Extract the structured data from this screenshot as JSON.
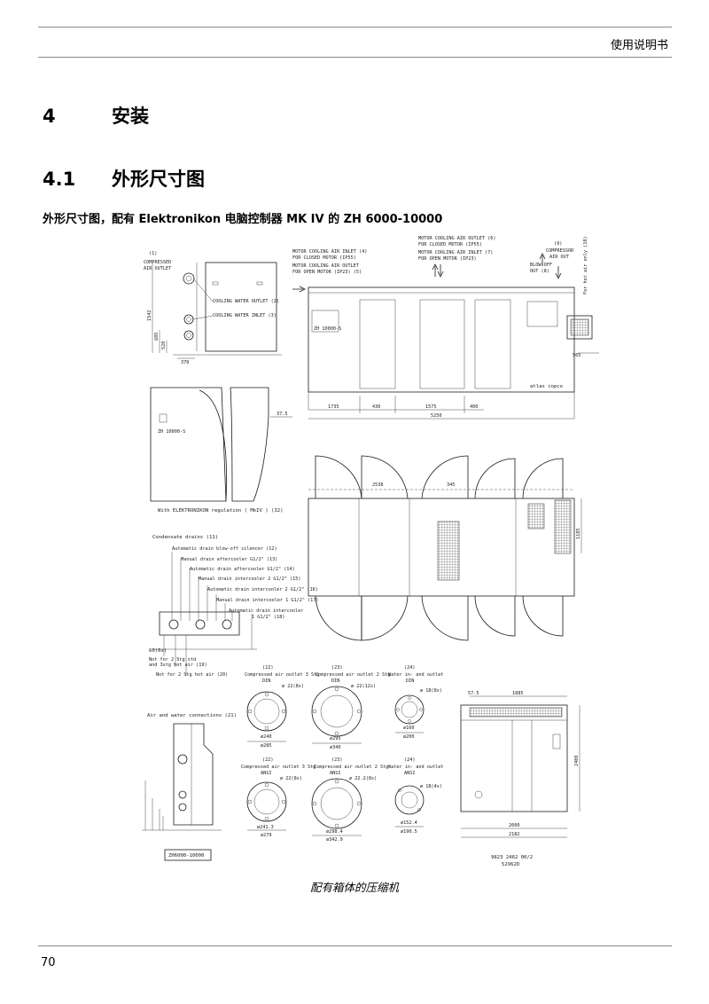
{
  "header": {
    "title": "使用说明书"
  },
  "section": {
    "number": "4",
    "title": "安装"
  },
  "subsection": {
    "number": "4.1",
    "title": "外形尺寸图"
  },
  "figure_heading": "外形尺寸图，配有 Elektronikon 电脑控制器 MK IV 的 ZH 6000-10000",
  "figure_caption": "配有箱体的压缩机",
  "page_number": "70",
  "drawing": {
    "labels": {
      "l1_num": "(1)",
      "l1_a": "COMPRESSED",
      "l1_b": "AIR OUTLET",
      "l2": "COOLING WATER OUTLET (2)",
      "l3": "COOLING WATER INLET (3)",
      "l4a": "MOTOR COOLING AIR INLET (4)",
      "l4b": "FOR CLOSED MOTOR (IP55)",
      "l5a": "MOTOR COOLING AIR OUTLET",
      "l5b": "FOR OPEN MOTOR (IP23) (5)",
      "l6a": "MOTOR COOLING AIR OUTLET (6)",
      "l6b": "FOR CLOSED MOTOR (IP55)",
      "l7a": "MOTOR COOLING AIR INLET (7)",
      "l7b": "FOR OPEN MOTOR (IP23)",
      "l9_num": "(9)",
      "l9a": "COMPRESSOR",
      "l9b": "AIR OUT",
      "l8a": "BLOW-OFF",
      "l8b": "OUT (8)",
      "l10": "For hot air only (10)",
      "l32": "With ELEKTRONIKON regulation ( MkIV ) (32)",
      "l11": "Condensate drains (11)",
      "l12": "Automatic drain blow-off silencer (12)",
      "l13": "Manual drain aftercooler G1/2\" (13)",
      "l14": "Automatic drain aftercooler G1/2\" (14)",
      "l15": "Manual drain intercooler 2 G1/2\" (15)",
      "l16": "Automatic drain intercooler 2 G1/2\" (16)",
      "l17": "Manual drain intercooler 1 G1/2\" (17)",
      "l18a": "Automatic drain intercooler",
      "l18b": "1 G1/2\" (18)",
      "l19a": "Not for 2 Stg std",
      "l19b": "and 3stg hot air (19)",
      "l20": "Not for 2 Stg hot air (20)",
      "l21": "Air and water connections (21)",
      "l22_num": "(22)",
      "l22_din": "Compressed air outlet 3 Stg",
      "l22_din2": "DIN",
      "l23_num": "(23)",
      "l23_din": "Compressed air outlet 2 Stg",
      "l23_din2": "DIN",
      "l24_num": "(24)",
      "l24_din": "Water in- and outlet",
      "l24_din2": "DIN",
      "l22_ansi": "Compressed air outlet 3 Stg",
      "l22_ansi2": "ANSI",
      "l23_ansi": "Compressed air outlet 2 Stg",
      "l23_ansi2": "ANSI",
      "l24_ansi": "Water in- and outlet",
      "l24_ansi2": "ANSI",
      "gsix": "60(6x)",
      "panel": "ZH 10000-S",
      "model_box": "ZH6000-10000",
      "brand": "atlas copco"
    },
    "dimensions": {
      "d_1542": "1542",
      "d_685": "685",
      "d_520": "520",
      "d_370": "370",
      "d_1735": "1735",
      "d_430": "430",
      "d_1575": "1575",
      "d_400": "400",
      "d_5250": "5250",
      "d_565": "565",
      "d_37_5": "37.5",
      "d_2538": "2538",
      "d_345": "345",
      "d_1185": "1185",
      "d_1885": "1885",
      "d_57_5": "57.5",
      "d_2400": "2400",
      "d_2600": "2600",
      "d_2182": "2182",
      "f22_holes": "ø 22(8x)",
      "f22_d1": "ø240",
      "f22_d2": "ø285",
      "f23_holes": "ø 22(12x)",
      "f23_d1": "ø295",
      "f23_d2": "ø340",
      "f24_holes": "ø 18(8x)",
      "f24_d1": "ø160",
      "f24_d2": "ø200",
      "a22_holes": "ø 22(8x)",
      "a22_d1": "ø241.3",
      "a22_d2": "ø279",
      "a23_holes": "ø 22.2(8x)",
      "a23_d1": "ø298.4",
      "a23_d2": "ø342.9",
      "a24_holes": "ø 18(4x)",
      "a24_d1": "ø152.4",
      "a24_d2": "ø190.5"
    },
    "drawing_number": "9823 2462 00/2",
    "drawing_ref": "52962D"
  }
}
